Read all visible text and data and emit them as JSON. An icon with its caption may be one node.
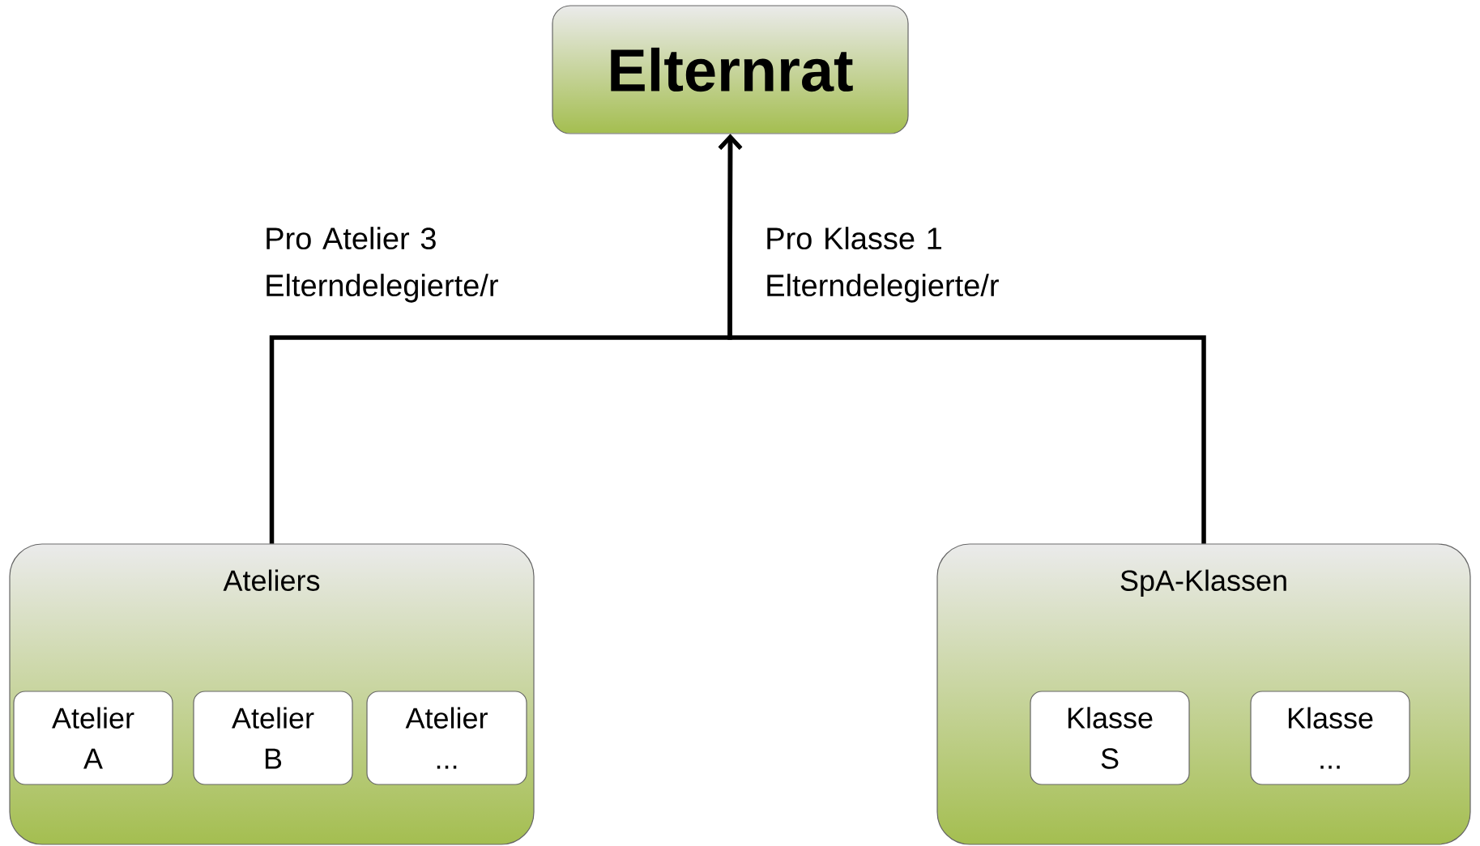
{
  "diagram": {
    "nodes": [
      {
        "text": [
          "Elternrat"
        ]
      },
      {
        "text": [
          "Ateliers"
        ]
      },
      {
        "text": [
          "Atelier A"
        ],
        "in": 1
      },
      {
        "text": [
          "Atelier B"
        ],
        "in": 1
      },
      {
        "text": [
          "Atelier ..."
        ],
        "in": 1
      },
      {
        "text": [
          "SpA-Klassen"
        ]
      },
      {
        "text": [
          "Klasse S"
        ],
        "in": 5
      },
      {
        "text": [
          "Klasse ..."
        ],
        "in": 5
      }
    ],
    "edges": [
      {
        "from": 1,
        "to": 0,
        "arrow": "to",
        "label": "Pro Atelier 3 Elterndelegierte/r"
      },
      {
        "from": 5,
        "to": 0,
        "arrow": "to",
        "label": "Pro Klasse 1 Elterndelegierte/r"
      }
    ]
  }
}
